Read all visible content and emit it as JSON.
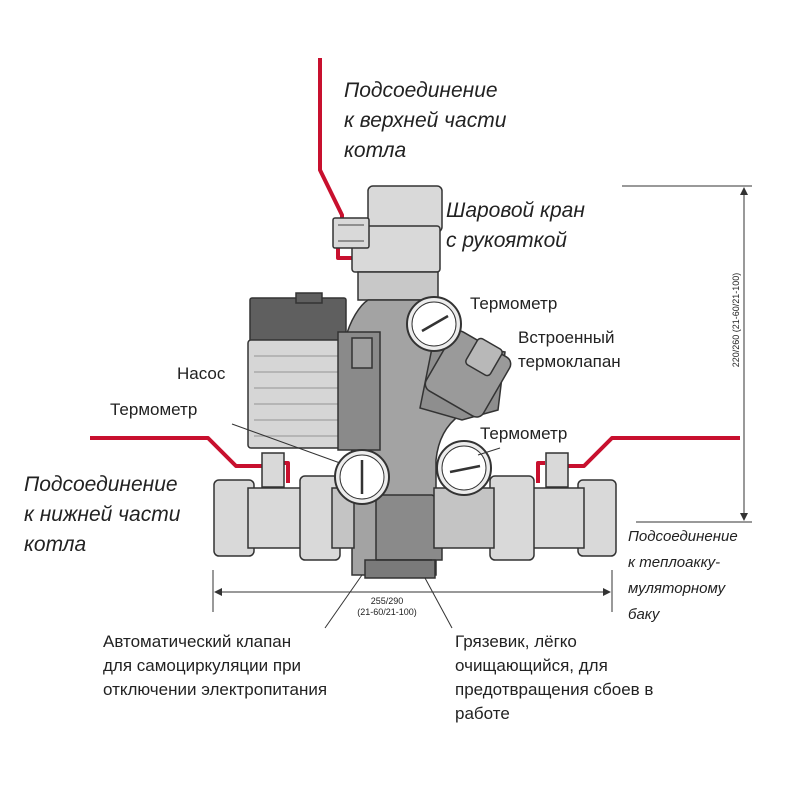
{
  "labels": {
    "upper_connection": "Подсоединение\nк верхней части\nкотла",
    "ball_valve": "Шаровой кран\nс рукояткой",
    "thermometer_top": "Термометр",
    "thermo_valve": "Встроенный\nтермоклапан",
    "pump": "Насос",
    "thermometer_left": "Термометр",
    "thermometer_right": "Термометр",
    "lower_connection": "Подсоединение\nк нижней части\nкотла",
    "accumulator_connection": "Подсоединение\nк теплоакку-\nмуляторному\nбаку",
    "auto_valve": "Автоматический клапан\nдля самоциркуляции при\nотключении электропитания",
    "dirt_trap": "Грязевик, лёгко\nочищающийся, для\nпредотвращения сбоев в\nработе"
  },
  "dimensions": {
    "width_main": "255/290",
    "width_sub": "(21-60/21-100)",
    "height": "220/260 (21-60/21-100)"
  },
  "colors": {
    "pipe_red": "#c8102e",
    "body_grey": "#a3a3a3",
    "body_dark": "#5f5f5f",
    "fitting_light": "#d9d9d9",
    "outline": "#333333"
  }
}
